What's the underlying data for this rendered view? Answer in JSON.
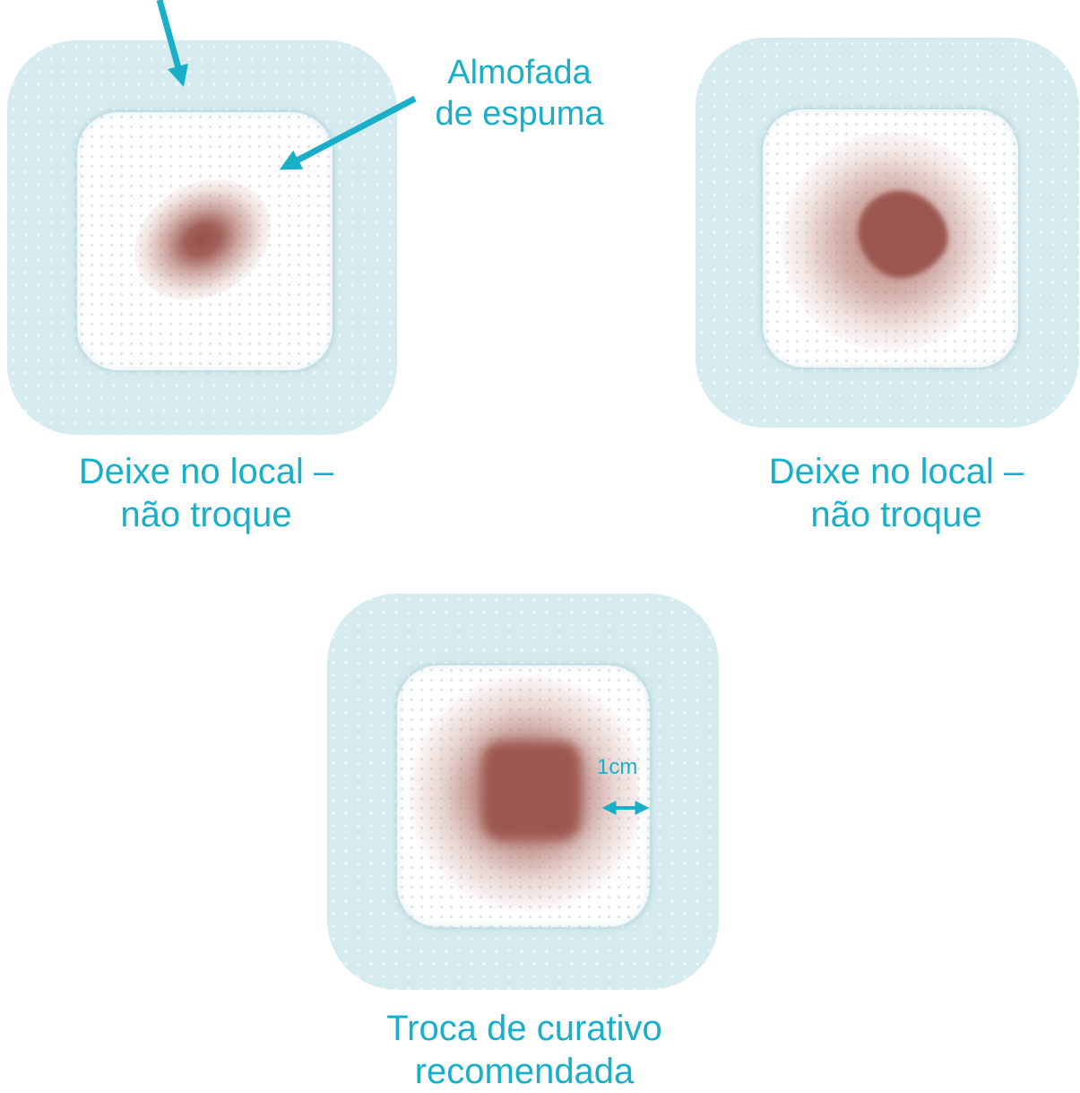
{
  "colors": {
    "accent": "#1aafc9",
    "film_border": "#d6ebef",
    "foam_pad": "#ffffff",
    "exudate": "#9c5850"
  },
  "labels": {
    "foam_pad": [
      "Almofada",
      "de espuma"
    ],
    "measure": "1cm"
  },
  "captions": {
    "leave_1": [
      "Deixe no local –",
      "não troque"
    ],
    "leave_2": [
      "Deixe no local –",
      "não troque"
    ],
    "change": [
      "Troca de curativo",
      "recomendada"
    ]
  }
}
